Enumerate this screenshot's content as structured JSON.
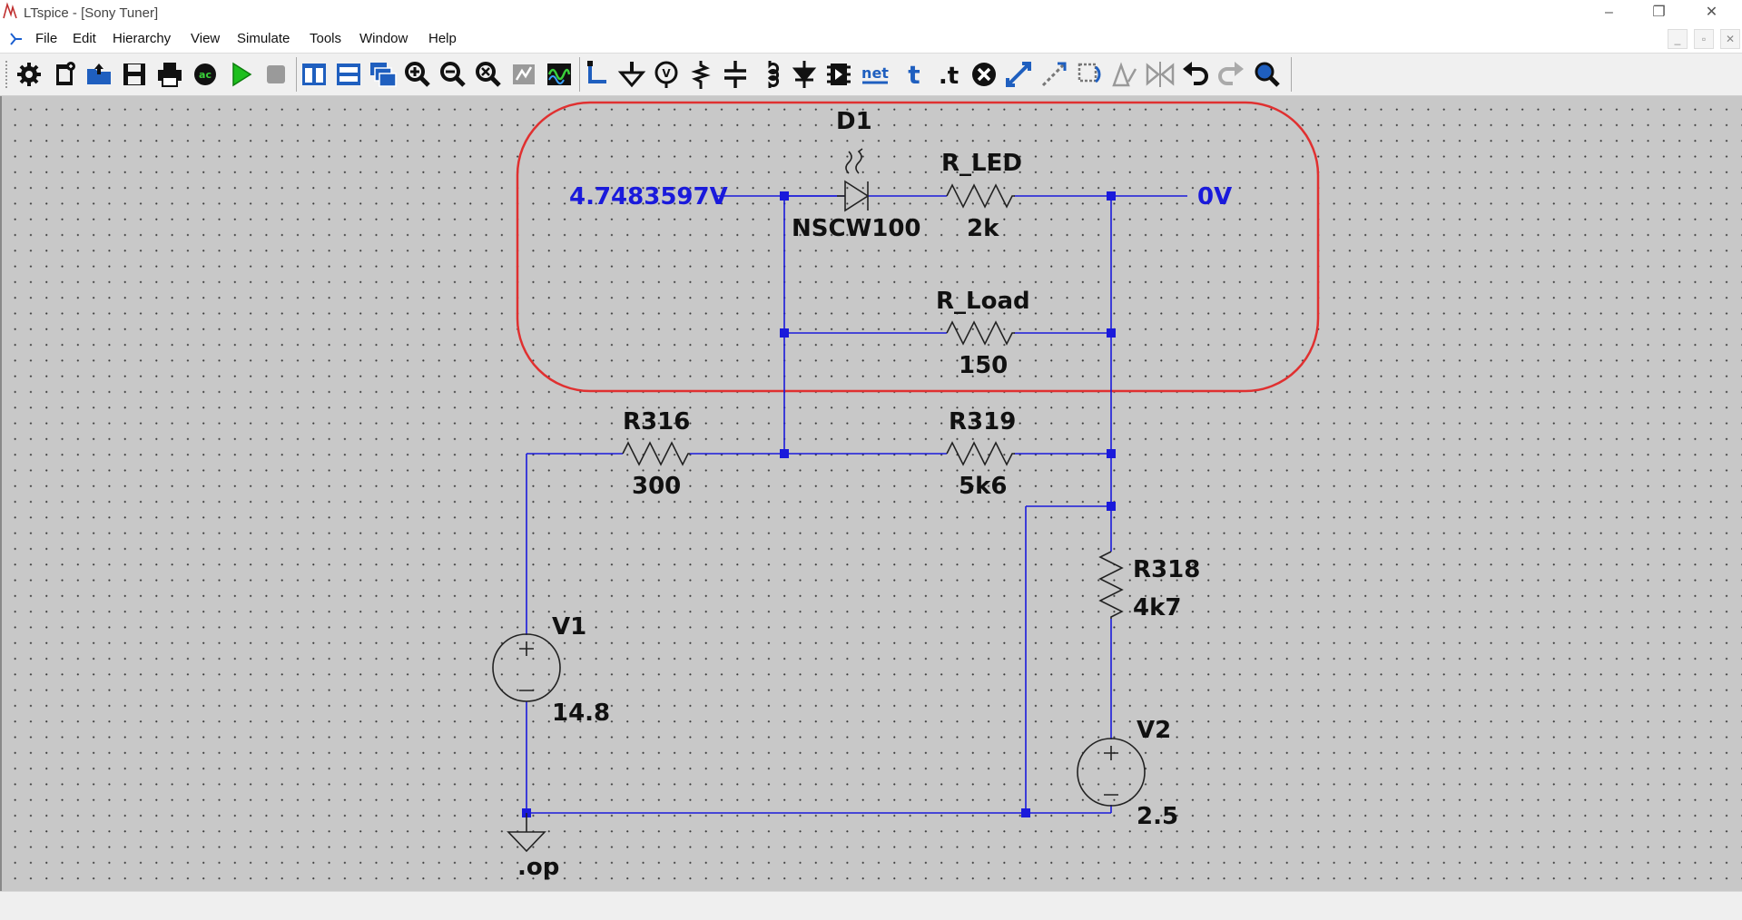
{
  "window": {
    "title": "LTspice - [Sony Tuner]",
    "controls": {
      "minimize": "–",
      "restore": "❐",
      "close": "✕"
    }
  },
  "menu": {
    "items": [
      "File",
      "Edit",
      "Hierarchy",
      "View",
      "Simulate",
      "Tools",
      "Window",
      "Help"
    ],
    "mdi": {
      "minimize": "_",
      "restore": "▫",
      "close": "✕"
    }
  },
  "toolbar": {
    "buttons": [
      "control-panel",
      "new-schematic",
      "open",
      "save",
      "print",
      "ac-analysis",
      "run",
      "halt",
      "tile-vertical",
      "tile-horizontal",
      "cascade",
      "zoom-in",
      "zoom-out",
      "zoom-fit",
      "autorange",
      "waveform",
      "draw-wire",
      "ground",
      "label-net",
      "component",
      "resistor",
      "capacitor",
      "inductor",
      "diode",
      "net",
      "text",
      "spice-directive",
      "delete",
      "move",
      "drag",
      "rotate",
      "mirror",
      "undo",
      "redo",
      "find"
    ],
    "net_label": "net",
    "text_label": "t",
    "directive_label": ".t"
  },
  "schematic": {
    "node_voltage_left": "4.7483597V",
    "node_voltage_right": "0V",
    "components": {
      "d1": {
        "name": "D1",
        "value": "NSCW100"
      },
      "r_led": {
        "name": "R_LED",
        "value": "2k"
      },
      "r_load": {
        "name": "R_Load",
        "value": "150"
      },
      "r316": {
        "name": "R316",
        "value": "300"
      },
      "r319": {
        "name": "R319",
        "value": "5k6"
      },
      "r318": {
        "name": "R318",
        "value": "4k7"
      },
      "v1": {
        "name": "V1",
        "value": "14.8"
      },
      "v2": {
        "name": "V2",
        "value": "2.5"
      }
    },
    "directive": ".op",
    "colors": {
      "wire": "#1a1adb",
      "highlight": "#e03030",
      "canvas": "#c8c8c8"
    }
  }
}
